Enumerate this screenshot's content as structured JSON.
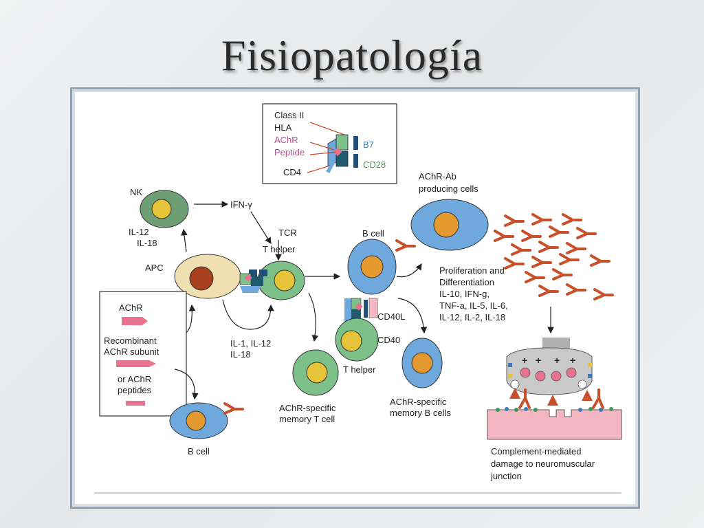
{
  "title": "Fisiopatología",
  "inset": {
    "class_ii": "Class II",
    "hla": "HLA",
    "achr": "AChR",
    "peptide": "Peptide",
    "cd4": "CD4",
    "b7": "B7",
    "cd28": "CD28"
  },
  "labels": {
    "nk": "NK",
    "ifn": "IFN-γ",
    "il12": "IL-12",
    "il18": "IL-18",
    "tcr": "TCR",
    "t_helper": "T helper",
    "apc": "APC",
    "b_cell_top": "B cell",
    "achr_ab_1": "AChR-Ab",
    "achr_ab_2": "producing cells",
    "prolif_1": "Proliferation and",
    "prolif_2": "Differentiation",
    "prolif_3": "IL-10, IFN-g,",
    "prolif_4": "TNF-a, IL-5, IL-6,",
    "prolif_5": "IL-12, IL-2, IL-18",
    "cd40l": "CD40L",
    "cd40": "CD40",
    "t_helper_2": "T helper",
    "il1_1": "IL-1, IL-12",
    "il1_2": "IL-18",
    "mem_t_1": "AChR-specific",
    "mem_t_2": "memory T cell",
    "mem_b_1": "AChR-specific",
    "mem_b_2": "memory B cells",
    "b_cell_bottom": "B cell",
    "comp_1": "Complement-mediated",
    "comp_2": "damage to neuromuscular",
    "comp_3": "junction"
  },
  "legend": {
    "achr": "AChR",
    "recomb_1": "Recombinant",
    "recomb_2": "AChR subunit",
    "or_1": "or AChR",
    "or_2": "peptides"
  },
  "colors": {
    "apc": "#f0dfb0",
    "apc_nucleus": "#a8401f",
    "t_cell": "#7ec08a",
    "t_nucleus": "#e6c43a",
    "b_cell": "#6fa8dc",
    "b_nucleus": "#e59a2f",
    "nk": "#6e9e74",
    "antibody": "#c8502a",
    "achr_pink": "#e8738f",
    "muscle": "#f4b6c2"
  }
}
